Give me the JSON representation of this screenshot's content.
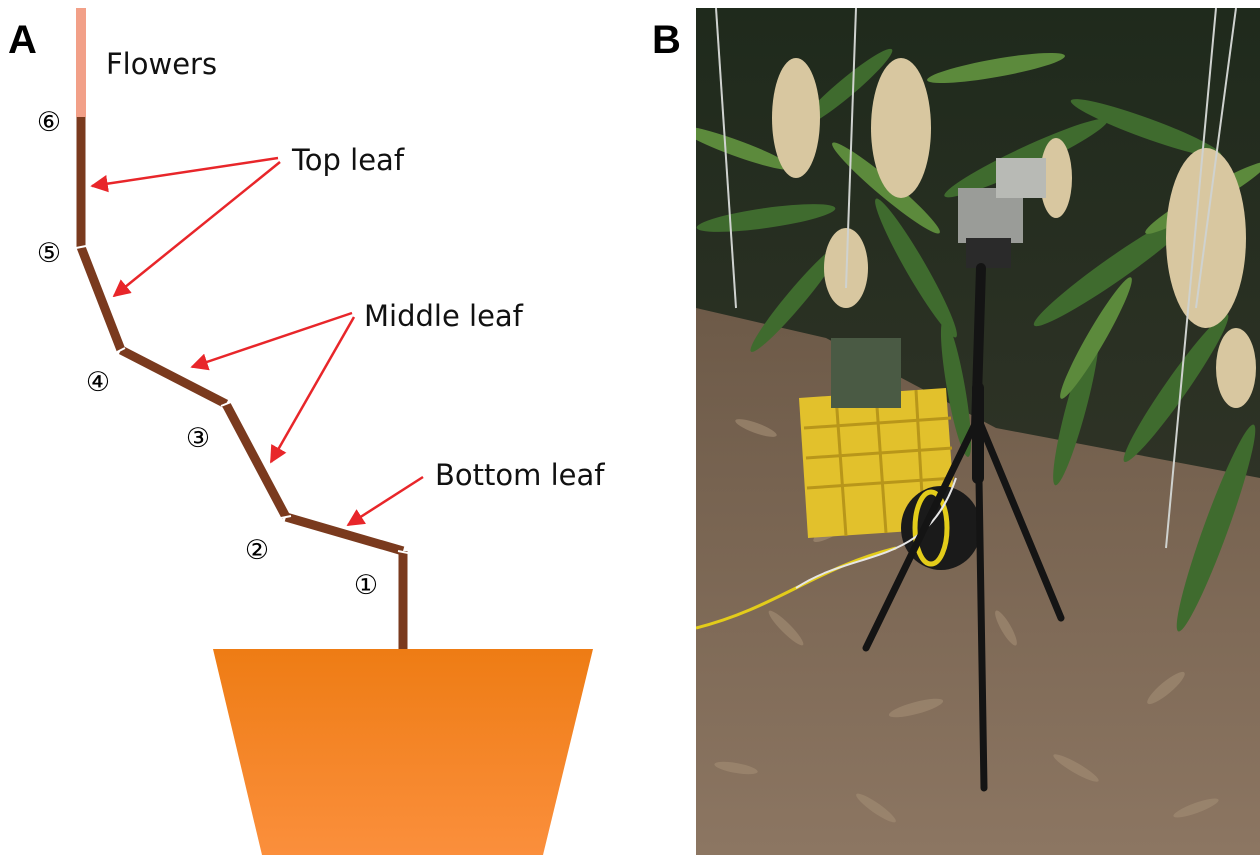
{
  "panels": {
    "a": {
      "letter": "A",
      "labels": {
        "flowers": "Flowers",
        "top_leaf": "Top leaf",
        "middle_leaf": "Middle leaf",
        "bottom_leaf": "Bottom leaf"
      },
      "nodes": [
        "⑥",
        "⑤",
        "④",
        "③",
        "②",
        "①"
      ]
    },
    "b": {
      "letter": "B"
    }
  },
  "colors": {
    "stem": "#7a3a1e",
    "flower_segment": "#f2a088",
    "pot_top": "#ee7c14",
    "pot_bottom": "#fb8f3c",
    "arrow": "#e8262a"
  }
}
